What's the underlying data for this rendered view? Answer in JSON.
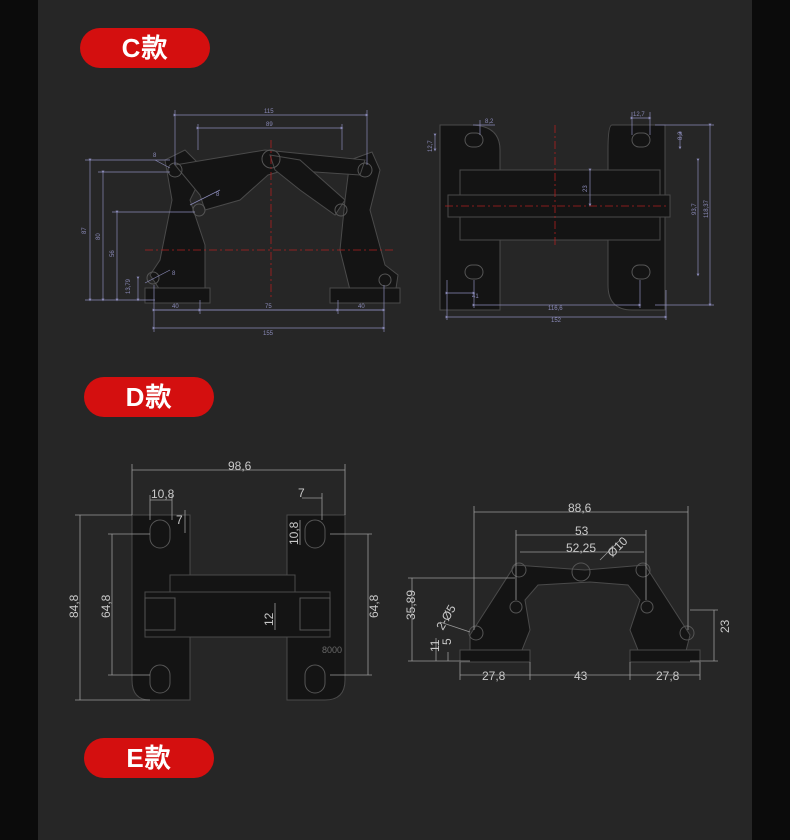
{
  "colors": {
    "background": "#262626",
    "badge": "#d40f0f",
    "badge_text": "#ffffff",
    "drawing_line": "#8a8ab8",
    "part": "#141414"
  },
  "sections": [
    {
      "label": "C款"
    },
    {
      "label": "D款"
    },
    {
      "label": "E款"
    }
  ],
  "c_front": {
    "d115": "115",
    "d89": "89",
    "d87": "87",
    "d80": "80",
    "d56": "56",
    "d1379": "13,79",
    "d40a": "40",
    "d75": "75",
    "d40b": "40",
    "d155": "155",
    "d8a": "8",
    "d8b": "8",
    "d8c": "8"
  },
  "c_side": {
    "d127a": "12,7",
    "d82a": "8,2",
    "d127b": "12,7",
    "d82b": "8,2",
    "d23": "23",
    "d937": "93,7",
    "d11837": "118,37",
    "d41": "41",
    "d1166": "116,6",
    "d152": "152"
  },
  "d_side": {
    "d986": "98,6",
    "d108a": "10,8",
    "d7a": "7",
    "d7b": "7",
    "d108b": "10,8",
    "d848": "84,8",
    "d648a": "64,8",
    "d648b": "64,8",
    "d12": "12",
    "stamp": "8000"
  },
  "d_front": {
    "d886": "88,6",
    "d53": "53",
    "d5225": "52,25",
    "dphi10": "Ø10",
    "dphi5": "2-Ø5",
    "d3589": "35,89",
    "d11": "11",
    "d5": "5",
    "d23": "23",
    "d278a": "27,8",
    "d43": "43",
    "d278b": "27,8"
  }
}
